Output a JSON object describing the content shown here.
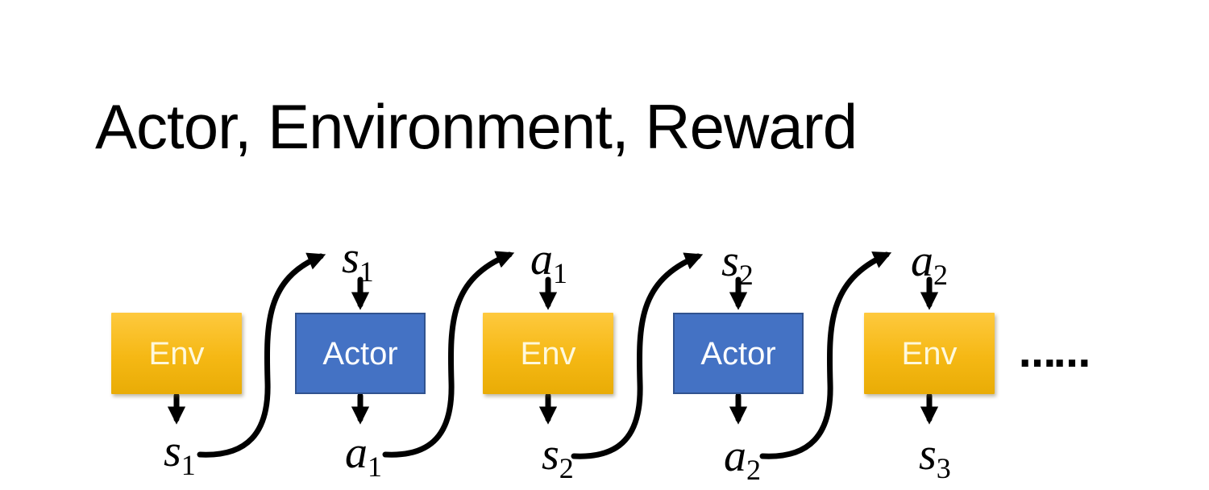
{
  "slide": {
    "title": "Actor, Environment, Reward",
    "ellipsis": "……"
  },
  "diagram": {
    "boxes": [
      {
        "id": "env-1",
        "label": "Env",
        "kind": "env"
      },
      {
        "id": "actor-1",
        "label": "Actor",
        "kind": "actor"
      },
      {
        "id": "env-2",
        "label": "Env",
        "kind": "env"
      },
      {
        "id": "actor-2",
        "label": "Actor",
        "kind": "actor"
      },
      {
        "id": "env-3",
        "label": "Env",
        "kind": "env"
      }
    ],
    "top_labels": [
      {
        "base": "s",
        "sub": "1"
      },
      {
        "base": "a",
        "sub": "1"
      },
      {
        "base": "s",
        "sub": "2"
      },
      {
        "base": "a",
        "sub": "2"
      }
    ],
    "bottom_labels": [
      {
        "base": "s",
        "sub": "1"
      },
      {
        "base": "a",
        "sub": "1"
      },
      {
        "base": "s",
        "sub": "2"
      },
      {
        "base": "a",
        "sub": "2"
      },
      {
        "base": "s",
        "sub": "3"
      }
    ]
  },
  "colors": {
    "env_gradient_top": "#FEC93E",
    "env_gradient_bottom": "#E9AC06",
    "env_text": "#FEF8DC",
    "actor_fill": "#4472C4",
    "actor_border": "#31538F",
    "actor_text": "#FFFFFF",
    "arrow": "#000000",
    "title_text": "#000000",
    "background": "#FFFFFF"
  }
}
